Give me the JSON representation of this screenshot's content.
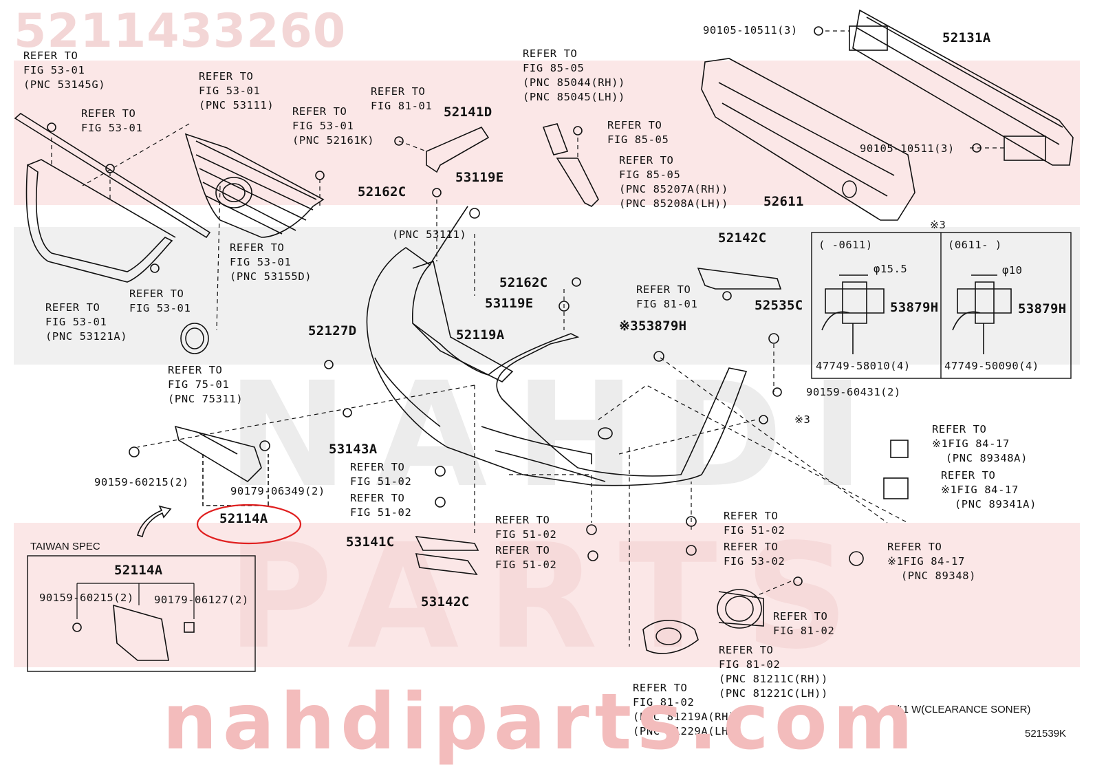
{
  "watermark": {
    "part_number": "5211433260",
    "site": "nahdiparts.com",
    "brand_mid": "NAHDI",
    "brand_low": "PARTS",
    "brand_color": "#e9a0a0"
  },
  "diagram_id": "521539K",
  "footnote": "※1 W(CLEARANCE SONER)",
  "note3_label": "※3",
  "taiwan_spec_label": "TAIWAN SPEC",
  "part_labels": {
    "p52131A": "52131A",
    "p52611": "52611",
    "p52141D": "52141D",
    "p52142C": "52142C",
    "p52162C_a": "52162C",
    "p52162C_b": "52162C",
    "p53119E_a": "53119E",
    "p53119E_b": "53119E",
    "p52535C": "52535C",
    "p53879H_main": "※353879H",
    "p52127D": "52127D",
    "p52119A": "52119A",
    "p53143A": "53143A",
    "p52114A_main": "52114A",
    "p52114A_taiwan": "52114A",
    "p53141C": "53141C",
    "p53142C": "53142C",
    "p53879H_d1": "53879H",
    "p53879H_d2": "53879H"
  },
  "fastener_labels": {
    "f90105_top": "90105-10511(3)",
    "f90105_right": "90105-10511(3)",
    "f90159_60431": "90159-60431(2)",
    "f90159_60215": "90159-60215(2)",
    "f90179_06349": "90179-06349(2)",
    "f90159_60215_tw": "90159-60215(2)",
    "f90179_06127_tw": "90179-06127(2)",
    "f47749_58010": "47749-58010(4)",
    "f47749_50090": "47749-50090(4)",
    "x3_clip": "※3"
  },
  "detail_box": {
    "left_range": "(    -0611)",
    "right_range": "(0611-    )",
    "left_dia": "φ15.5",
    "right_dia": "φ10"
  },
  "pnc_texts": {
    "t53111": "(PNC 53111)"
  },
  "refs": {
    "r1": "REFER TO\nFIG 53-01\n(PNC 53145G)",
    "r2": "REFER TO\nFIG 53-01\n(PNC 53111)",
    "r3": "REFER TO\nFIG 53-01",
    "r4": "REFER TO\nFIG 53-01\n(PNC 52161K)",
    "r5": "REFER TO\nFIG 81-01",
    "r6": "REFER TO\nFIG 85-05\n(PNC 85044(RH))\n(PNC 85045(LH))",
    "r7": "REFER TO\nFIG 85-05",
    "r8": "REFER TO\nFIG 85-05\n(PNC 85207A(RH))\n(PNC 85208A(LH))",
    "r9": "REFER TO\nFIG 53-01\n(PNC 53155D)",
    "r10": "REFER TO\nFIG 53-01",
    "r11": "REFER TO\nFIG 53-01\n(PNC 53121A)",
    "r12": "REFER TO\nFIG 75-01\n(PNC 75311)",
    "r13": "REFER TO\nFIG 81-01",
    "r14": "REFER TO\nFIG 51-02",
    "r15": "REFER TO\nFIG 51-02",
    "r16": "REFER TO\nFIG 51-02",
    "r17": "REFER TO\nFIG 51-02",
    "r18": "REFER TO\nFIG 51-02",
    "r19": "REFER TO\nFIG 53-02",
    "r20": "REFER TO\n※1FIG 84-17\n  (PNC 89348A)",
    "r21": "REFER TO\n※1FIG 84-17\n  (PNC 89341A)",
    "r22": "REFER TO\n※1FIG 84-17\n  (PNC 89348)",
    "r23": "REFER TO\nFIG 81-02",
    "r24": "REFER TO\nFIG 81-02\n(PNC 81211C(RH))\n(PNC 81221C(LH))",
    "r25": "REFER TO\nFIG 81-02\n(PNC 81219A(RH))\n(PNC 81229A(LH))"
  },
  "highlight_color": "#e02020"
}
